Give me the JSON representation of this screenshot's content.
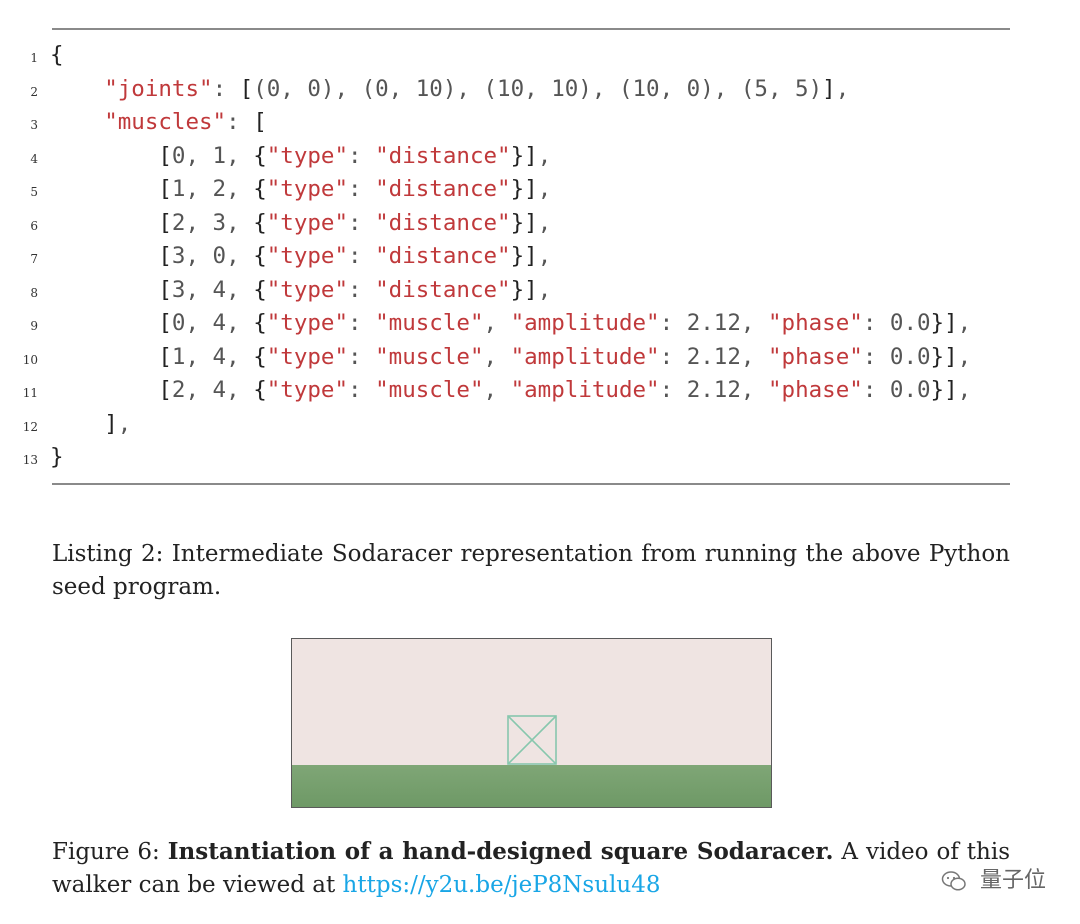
{
  "listing": {
    "lines": [
      {
        "n": "1",
        "text": "{"
      },
      {
        "n": "2",
        "text": "    \"joints\": [(0, 0), (0, 10), (10, 10), (10, 0), (5, 5)],"
      },
      {
        "n": "3",
        "text": "    \"muscles\": ["
      },
      {
        "n": "4",
        "text": "        [0, 1, {\"type\": \"distance\"}],"
      },
      {
        "n": "5",
        "text": "        [1, 2, {\"type\": \"distance\"}],"
      },
      {
        "n": "6",
        "text": "        [2, 3, {\"type\": \"distance\"}],"
      },
      {
        "n": "7",
        "text": "        [3, 0, {\"type\": \"distance\"}],"
      },
      {
        "n": "8",
        "text": "        [3, 4, {\"type\": \"distance\"}],"
      },
      {
        "n": "9",
        "text": "        [0, 4, {\"type\": \"muscle\", \"amplitude\": 2.12, \"phase\": 0.0}],"
      },
      {
        "n": "10",
        "text": "        [1, 4, {\"type\": \"muscle\", \"amplitude\": 2.12, \"phase\": 0.0}],"
      },
      {
        "n": "11",
        "text": "        [2, 4, {\"type\": \"muscle\", \"amplitude\": 2.12, \"phase\": 0.0}],"
      },
      {
        "n": "12",
        "text": "    ],"
      },
      {
        "n": "13",
        "text": "}"
      }
    ],
    "colors": {
      "string": "#c0393b",
      "number": "#555555",
      "bracket": "#222222"
    }
  },
  "listing_caption": {
    "label": "Listing 2:",
    "text": "Intermediate Sodaracer representation from running the above Python seed program."
  },
  "figure": {
    "colors": {
      "sky": "#efe4e2",
      "ground": "#739e6b",
      "walker": "#7cc4a8"
    }
  },
  "figure_caption": {
    "label": "Figure 6:",
    "bold": "Instantiation of a hand-designed square Sodaracer.",
    "text": "A video of this walker can be viewed at",
    "link": "https://y2u.be/jeP8Nsulu48"
  },
  "watermark": {
    "icon": "wechat-icon",
    "text": "量子位"
  }
}
